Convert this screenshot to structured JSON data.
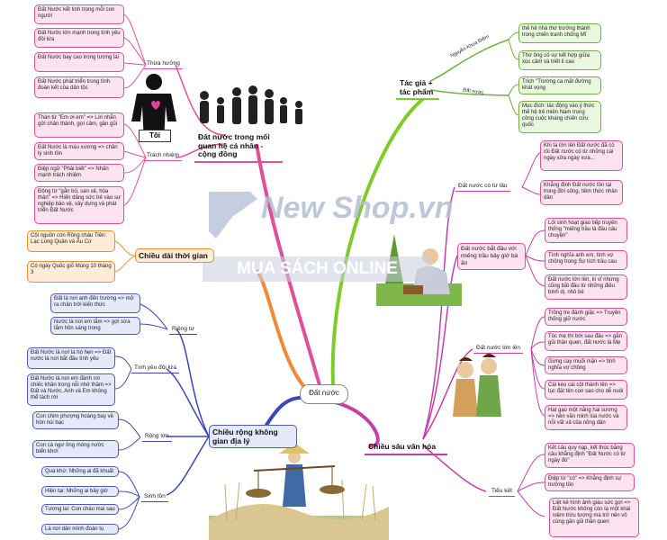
{
  "center": "Đất nước",
  "person_label": "Tôi",
  "watermark": {
    "brand": "New Shop.vn",
    "banner": "MUA SÁCH ONLINE"
  },
  "branches": {
    "community": {
      "title": "Đất nước trong mối quan hệ cá nhân - cộng đồng",
      "thua_huong": {
        "label": "Thừa hưởng",
        "items": [
          "Đất Nước kết tinh trong mỗi con người",
          "Đất Nước lớn mạnh trong tình yêu đôi lứa",
          "Đất Nước bay cao trong tương lai",
          "Đất Nước phát triển trong tình đoàn kết của dân tộc"
        ]
      },
      "trach_nhiem": {
        "label": "Trách nhiệm",
        "items": [
          "Thán từ \"Em ơi em\" => Lời nhắn gửi chân thành, gợi cảm, gần gũi",
          "Đất Nước là máu xương => chân lý sinh tồn",
          "Điệp ngữ \"Phải biết\" => Nhấn mạnh trách nhiệm",
          "Động từ \"gắn bó, san sẻ, hóa thân\" => Hiến dâng sức trẻ vào sự nghiệp bảo vệ, xây dựng và phát triển Đất Nước"
        ]
      }
    },
    "time": {
      "title": "Chiều dài thời gian",
      "items": [
        "Cội nguồn con Rồng cháu Tiên: Lạc Long Quân và Âu Cơ",
        "Có ngày Quốc giỗ Mùng 10 tháng 3"
      ]
    },
    "space": {
      "title": "Chiều rộng không gian địa lý",
      "rieng_tu": {
        "label": "Riêng tư",
        "items": [
          "Đất là nơi anh đến trường => mở ra chân trời kiến thức",
          "Nước là nơi em tắm => gợi sừa tắm hồn sáng trong"
        ]
      },
      "tinh_yeu": {
        "label": "Tình yêu đôi lứa",
        "items": [
          "Đất Nước là nơi ta hò hẹn => Đất nước là nơi bắt đầu tình yêu",
          "Đất Nước là nơi em đánh rơi chiếc khăn trong nỗi nhớ thầm => Đất và Nước, Anh và Em không thể tách rời"
        ]
      },
      "rong_lon": {
        "label": "Rộng lớn",
        "items": [
          "Con chim phượng hoàng bay về hòn núi bạc",
          "Con cá ngư ông móng nước biển khơi"
        ]
      },
      "sinh_ton": {
        "label": "Sinh tồn",
        "items": [
          "Quá khứ: Những ai đã khuất",
          "Hiện tại: Những ai bây giờ",
          "Tương lai: Con cháu mai sau",
          "Là nơi dân mình đoàn tụ"
        ]
      }
    },
    "author": {
      "title": "Tác giả + tác phẩm",
      "author_label": "Nguyễn Khoa Điềm",
      "author_items": [
        "thế hệ nhà thơ trưởng thành trong chiến tranh chống Mĩ",
        "Thơ ông có sự kết hợp giữa xúc cảm và triết lí cao"
      ],
      "work_label": "Đất nước",
      "work_items": [
        "Trích \"Trường ca mặt đường khát vọng",
        "Mục đích: tác động vào ý thức thế hệ trẻ miền Nam trong công cuộc kháng chiến cứu quốc"
      ]
    },
    "depth": {
      "title": "Chiều sâu văn hóa",
      "co_tu_lau": {
        "label": "Đất nước có từ lâu",
        "items": [
          "Khi ta lớn lên Đất nước đã có rồi Đất nước có từ những cái ngày xửa ngày xưa...",
          "Khẳng định Đất nước tồn tại trong đời sống, tiềm thức nhân dân"
        ]
      },
      "bat_dau": {
        "label": "Đất nước bắt đầu với miếng trầu bây giờ bà ăn",
        "items": [
          "Lối sinh hoạt giao tiếp truyền thống \"miếng trầu là đầu câu chuyện\"",
          "Tình nghĩa anh em, tình vợ chồng trong Sự tích trầu cau",
          "Đất nước lớn lên, kì vĩ nhưng cũng bắt đầu từ những điều bình dị, nhỏ bé"
        ]
      },
      "lon_len": {
        "label": "Đất nước lớn lên",
        "items": [
          "Trồng tre đánh giặc => Truyền thống giữ nước",
          "Tóc mẹ thì bới sau đầu => gắn gũi thân quen, đất nước là Mẹ",
          "Gừng cay muối mặn => tình nghĩa vợ chồng",
          "Cái kèo cái cột thành tên => tục đặt tên con sao cho dễ nuôi",
          "Hạt gạo một nắng hai sương => nền văn minh lúa nước và nỗi vất vả của nông dân"
        ]
      },
      "tieu_ket": {
        "label": "Tiểu kết",
        "items": [
          "Kết cấu quy nạp, kết thúc bằng câu khẳng định \"Đất Nước có từ ngày đó\"",
          "Điệp từ \"có\" => Khẳng định sự trường tồn",
          "Liệt kê hình ảnh giàu sức gợi => Đất Nước không còn là một khái niệm trừu tượng mà trở nên vô cùng gần gũi thân quen"
        ]
      }
    }
  }
}
